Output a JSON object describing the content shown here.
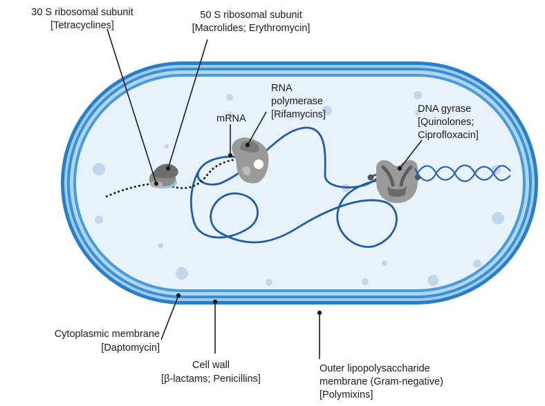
{
  "labels": {
    "s30": {
      "line1": "30 S ribosomal subunit",
      "line2": "[Tetracyclines]"
    },
    "s50": {
      "line1": "50 S ribosomal subunit",
      "line2": "[Macrolides; Erythromycin]"
    },
    "rnap": {
      "line1": "RNA",
      "line2": "polymerase",
      "line3": "[Rifamycins]"
    },
    "mrna": {
      "line1": "mRNA"
    },
    "gyrase": {
      "line1": "DNA gyrase",
      "line2": "[Quinolones;",
      "line3": "Ciprofloxacin]"
    },
    "cytoplasmic": {
      "line1": "Cytoplasmic membrane",
      "line2": "[Daptomycin]"
    },
    "cellwall": {
      "line1": "Cell wall",
      "line2": "[β-lactams; Penicillins]"
    },
    "outer": {
      "line1": "Outer lipopolysaccharide",
      "line2": "membrane (Gram-negative)",
      "line3": "[Polymixins]"
    }
  },
  "colors": {
    "outer_membrane": "#2a7ec9",
    "cell_wall": "#8cc4ea",
    "cytoplasm": "#e8f2fb",
    "dna": "#1e5ba8",
    "protein": "#9a9a9a",
    "leader": "#1a1a1a"
  },
  "icons": [
    "ribosome-icon",
    "rna-polymerase-icon",
    "dna-gyrase-icon",
    "dna-helix-icon"
  ]
}
